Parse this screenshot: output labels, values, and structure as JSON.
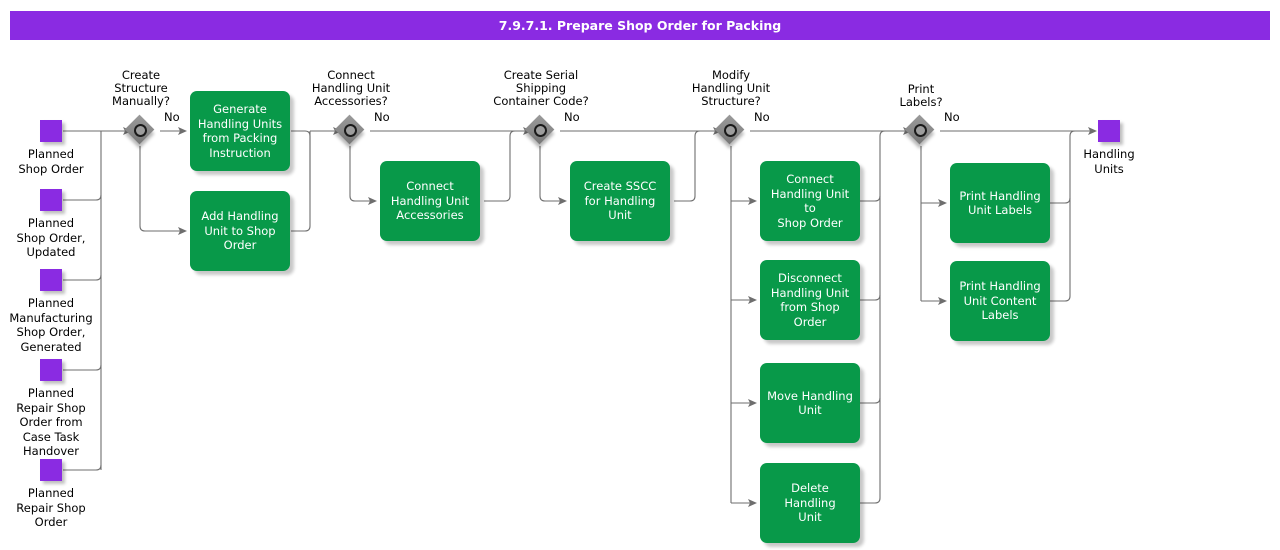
{
  "title": {
    "text": "7.9.7.1. Prepare Shop Order for Packing"
  },
  "colors": {
    "title_bar": "#8A2BE2",
    "node_purple": "#8A2BE2",
    "activity_green": "#089949",
    "decision_gray": "#8d8d8d",
    "connector": "#666666",
    "text_on_green": "#ffffff",
    "text_default": "#000000"
  },
  "inputs": [
    {
      "label": "Planned\nShop Order"
    },
    {
      "label": "Planned\nShop Order,\nUpdated"
    },
    {
      "label": "Planned\nManufacturing\nShop Order,\nGenerated"
    },
    {
      "label": "Planned\nRepair Shop\nOrder from\nCase Task\nHandover"
    },
    {
      "label": "Planned\nRepair Shop\nOrder"
    }
  ],
  "outputs": [
    {
      "label": "Handling\nUnits"
    }
  ],
  "decisions": [
    {
      "id": "create-structure-manually",
      "question": "Create\nStructure\nManually?",
      "branch_label": "No"
    },
    {
      "id": "connect-handling-unit-accessories",
      "question": "Connect\nHandling Unit\nAccessories?",
      "branch_label": "No"
    },
    {
      "id": "create-serial-shipping-container-code",
      "question": "Create Serial\nShipping\nContainer Code?",
      "branch_label": "No"
    },
    {
      "id": "modify-handling-unit-structure",
      "question": "Modify\nHandling Unit\nStructure?",
      "branch_label": "No"
    },
    {
      "id": "print-labels",
      "question": "Print\nLabels?",
      "branch_label": "No"
    }
  ],
  "activities": [
    {
      "id": "generate-handling-units-from-packing-instruction",
      "label": "Generate\nHandling Units\nfrom Packing\nInstruction"
    },
    {
      "id": "add-handling-unit-to-shop-order",
      "label": "Add Handling\nUnit to Shop\nOrder"
    },
    {
      "id": "connect-handling-unit-accessories",
      "label": "Connect\nHandling Unit\nAccessories"
    },
    {
      "id": "create-sscc-for-handling-unit",
      "label": "Create SSCC\nfor Handling Unit"
    },
    {
      "id": "connect-handling-unit-to-shop-order",
      "label": "Connect\nHandling Unit to\nShop Order"
    },
    {
      "id": "disconnect-handling-unit-from-shop-order",
      "label": "Disconnect\nHandling Unit\nfrom Shop\nOrder"
    },
    {
      "id": "move-handling-unit",
      "label": "Move Handling\nUnit"
    },
    {
      "id": "delete-handling-unit",
      "label": "Delete Handling\nUnit"
    },
    {
      "id": "print-handling-unit-labels",
      "label": "Print Handling\nUnit Labels"
    },
    {
      "id": "print-handling-unit-content-labels",
      "label": "Print Handling\nUnit Content\nLabels"
    }
  ]
}
